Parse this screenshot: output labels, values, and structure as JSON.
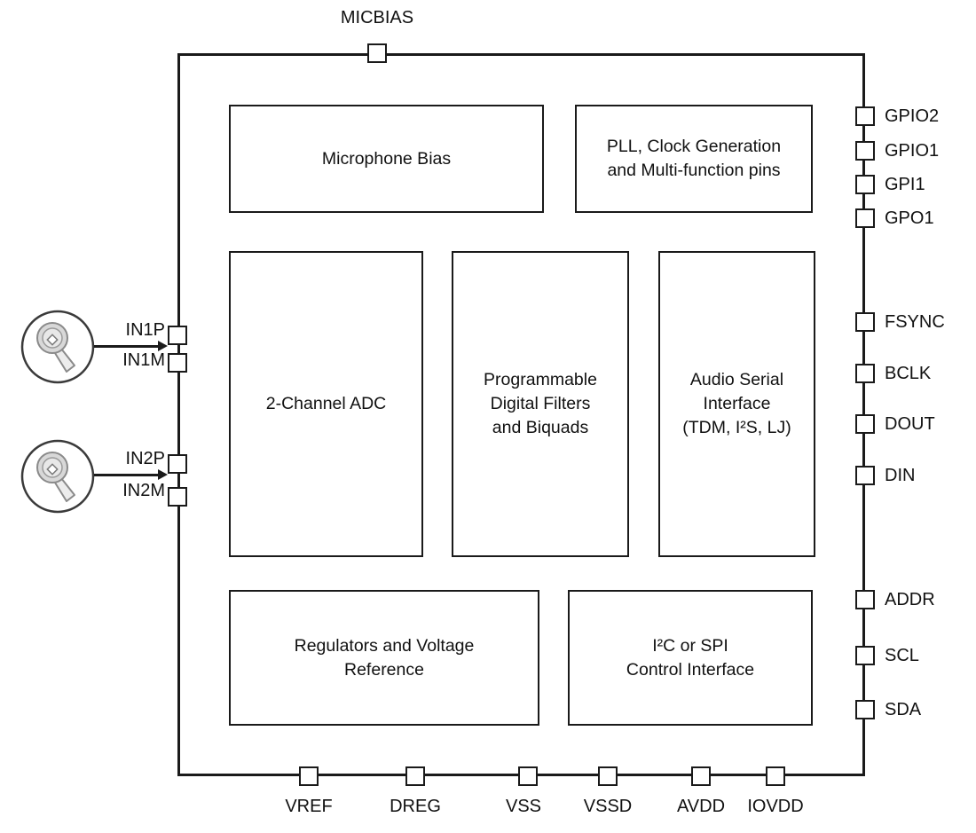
{
  "diagram": {
    "colors": {
      "line": "#1a1a1a",
      "background": "#ffffff",
      "mic_gray": "#d8d8d8"
    },
    "blocks": [
      {
        "name": "microphone-bias",
        "lines": [
          "Microphone Bias"
        ]
      },
      {
        "name": "pll-clock-generation",
        "lines": [
          "PLL, Clock Generation",
          "and Multi-function pins"
        ]
      },
      {
        "name": "two-channel-adc",
        "lines": [
          "2-Channel ADC"
        ]
      },
      {
        "name": "programmable-digital-filters",
        "lines": [
          "Programmable",
          "Digital Filters",
          "and Biquads"
        ]
      },
      {
        "name": "audio-serial-interface",
        "lines": [
          "Audio Serial",
          "Interface",
          "(TDM, I²S, LJ)"
        ]
      },
      {
        "name": "regulators-voltage-reference",
        "lines": [
          "Regulators and Voltage",
          "Reference"
        ]
      },
      {
        "name": "control-interface",
        "lines": [
          "I²C or SPI",
          "Control Interface"
        ]
      }
    ],
    "pins": {
      "top": [
        "MICBIAS"
      ],
      "right": [
        "GPIO2",
        "GPIO1",
        "GPI1",
        "GPO1",
        "FSYNC",
        "BCLK",
        "DOUT",
        "DIN",
        "ADDR",
        "SCL",
        "SDA"
      ],
      "left": [
        "IN1P",
        "IN1M",
        "IN2P",
        "IN2M"
      ],
      "bottom": [
        "VREF",
        "DREG",
        "VSS",
        "VSSD",
        "AVDD",
        "IOVDD"
      ]
    },
    "icons": {
      "microphone": "microphone-icon"
    }
  }
}
